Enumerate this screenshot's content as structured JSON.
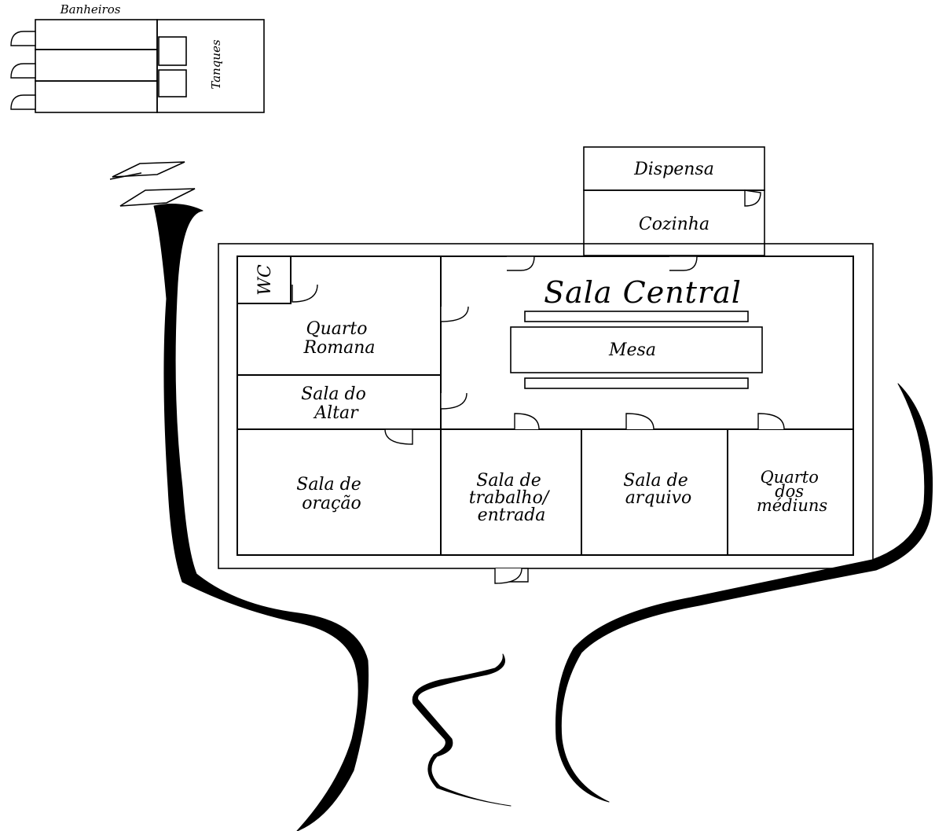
{
  "labels": {
    "banheiros": "Banheiros",
    "tanques": "Tanques",
    "dispensa": "Dispensa",
    "cozinha": "Cozinha",
    "wc": "WC",
    "sala_central": "Sala Central",
    "mesa": "Mesa",
    "quarto_romana": [
      "Quarto",
      "Romana"
    ],
    "sala_do_altar": [
      "Sala do",
      "Altar"
    ],
    "sala_de_oracao": [
      "Sala de",
      "oração"
    ],
    "sala_de_trabalho": [
      "Sala de",
      "trabalho/",
      "entrada"
    ],
    "sala_de_arquivo": [
      "Sala de",
      "arquivo"
    ],
    "quarto_dos_mediuns": [
      "Quarto",
      "dos",
      "médiuns"
    ]
  }
}
